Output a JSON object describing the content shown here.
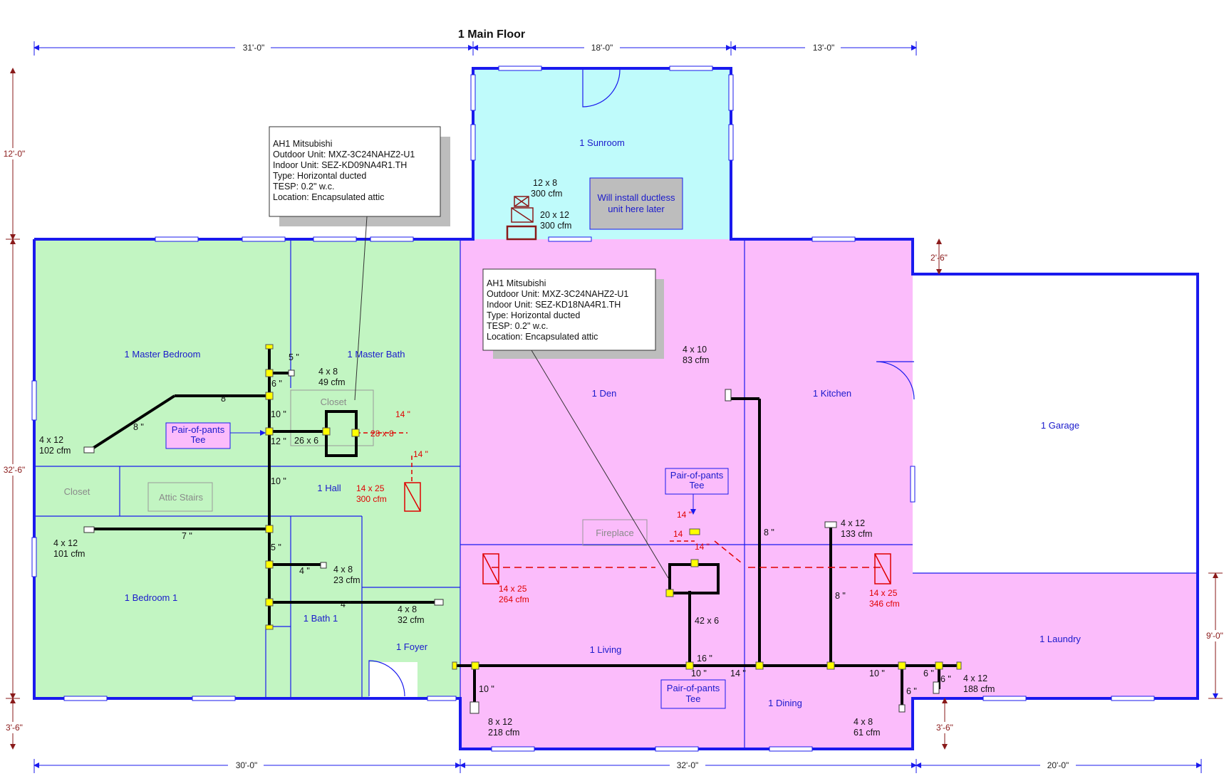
{
  "title": "1 Main Floor",
  "dimensions": {
    "top": [
      "31'-0\"",
      "18'-0\"",
      "13'-0\""
    ],
    "bottom": [
      "30'-0\"",
      "32'-0\"",
      "20'-0\""
    ],
    "left": [
      "12'-0\"",
      "32'-6\"",
      "3'-6\""
    ],
    "right": [
      "2'-6\"",
      "9'-0\"",
      "3'-6\""
    ]
  },
  "rooms": {
    "sunroom": "1 Sunroom",
    "master_bedroom": "1 Master Bedroom",
    "master_bath": "1 Master Bath",
    "den": "1 Den",
    "kitchen": "1 Kitchen",
    "garage": "1 Garage",
    "hall": "1 Hall",
    "bedroom1": "1 Bedroom 1",
    "bath1": "1 Bath 1",
    "foyer": "1 Foyer",
    "living": "1 Living",
    "dining": "1 Dining",
    "laundry": "1 Laundry",
    "closet_master": "Closet",
    "closet_west": "Closet",
    "attic_stairs": "Attic Stairs",
    "fireplace": "Fireplace"
  },
  "equipment_notes": [
    {
      "lines": [
        "AH1  Mitsubishi",
        "Outdoor Unit:  MXZ-3C24NAHZ2-U1",
        "Indoor Unit:    SEZ-KD09NA4R1.TH",
        "Type:  Horizontal  ducted",
        "TESP:  0.2\" w.c.",
        "Location:  Encapsulated attic"
      ]
    },
    {
      "lines": [
        "AH1  Mitsubishi",
        "Outdoor Unit:  MXZ-3C24NAHZ2-U1",
        "Indoor Unit:    SEZ-KD18NA4R1.TH",
        "Type:  Horizontal  ducted",
        "TESP:  0.2\" w.c.",
        "Location:  Encapsulated attic"
      ]
    }
  ],
  "callouts": {
    "ductless": [
      "Will install ductless",
      "unit here later"
    ],
    "pants_tee_west": [
      "Pair-of-pants",
      "Tee"
    ],
    "pants_tee_den": [
      "Pair-of-pants",
      "Tee"
    ],
    "pants_tee_living": [
      "Pair-of-pants",
      "Tee"
    ]
  },
  "registers": {
    "sunroom_a": [
      "12 x 8",
      "300 cfm"
    ],
    "sunroom_b": [
      "20 x 12",
      "300 cfm"
    ],
    "master_bath": [
      "4 x 8",
      "49 cfm"
    ],
    "master_bed": [
      "4 x 12",
      "102 cfm"
    ],
    "bedroom1": [
      "4 x 12",
      "101 cfm"
    ],
    "hall_a": [
      "4 x 8",
      "23 cfm"
    ],
    "bath1": [
      "4 x 8",
      "32 cfm"
    ],
    "kitchen_top": [
      "4 x 10",
      "83 cfm"
    ],
    "kitchen_right": [
      "4 x 12",
      "133 cfm"
    ],
    "living_bottom": [
      "8 x 12",
      "218 cfm"
    ],
    "dining_bottom": [
      "4 x 8",
      "61 cfm"
    ],
    "laundry": [
      "4 x 12",
      "188 cfm"
    ]
  },
  "returns": {
    "hall": [
      "14 x 25",
      "300 cfm"
    ],
    "living_left": [
      "14 x 25",
      "264 cfm"
    ],
    "living_right": [
      "14 x 25",
      "346 cfm"
    ]
  },
  "duct_labels": {
    "w5": "5 \"",
    "w8a": "8 \"",
    "w6": "6 \"",
    "w8b": "8 \"",
    "w10a": "10 \"",
    "w26x6": "26 x 6",
    "w12": "12 \"",
    "w10b": "10 \"",
    "w7": "7 \"",
    "w5b": "5 \"",
    "w4a": "4 \"",
    "w4b": "4 \"",
    "r14a": "14 \"",
    "r28x8": "28 x 8",
    "r14b": "14 \"",
    "r14c": "14 \"",
    "r14d": "14",
    "r14e": "14 \"",
    "e8a": "8 \"",
    "e8b": "8 \"",
    "e42x6": "42 x 6",
    "e16": "16 \"",
    "e10a": "10 \"",
    "e14": "14 \"",
    "e10b": "10 \"",
    "e6a": "6 \"",
    "e6b": "6 \"",
    "e10c": "10 \"",
    "e6c": "6 \""
  },
  "colors": {
    "wall": "#1a1aee",
    "green_zone": "#c2f5c2",
    "pink_zone": "#fbbcfb",
    "sunroom": "#bffbfb",
    "supply_duct": "#000000",
    "return_duct": "#e00000",
    "fitting": "#ffff00"
  }
}
